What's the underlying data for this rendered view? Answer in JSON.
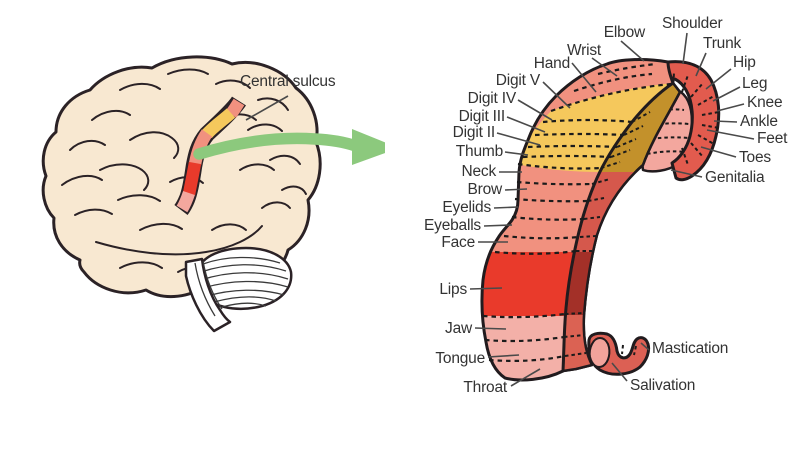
{
  "figure": {
    "brain": {
      "label": "Central sulcus"
    },
    "homunculus": {
      "left_labels": [
        "Elbow",
        "Wrist",
        "Hand",
        "Digit V",
        "Digit IV",
        "Digit III",
        "Digit II",
        "Thumb",
        "Neck",
        "Brow",
        "Eyelids",
        "Eyeballs",
        "Face",
        "Lips",
        "Jaw",
        "Tongue",
        "Throat"
      ],
      "right_labels": [
        "Shoulder",
        "Trunk",
        "Hip",
        "Leg",
        "Knee",
        "Ankle",
        "Feet",
        "Toes",
        "Genitalia",
        "Mastication",
        "Salivation"
      ]
    }
  },
  "colors": {
    "band_salmon": "#F1917F",
    "band_salmon_light": "#F3B0A8",
    "band_yellow": "#F5C85C",
    "band_olive": "#C3912B",
    "lips_red": "#E93A2B",
    "edge_red": "#D5584C",
    "edge_dark_red": "#A33028",
    "edge_red_lower": "#DB6253",
    "rim_red": "#E25B4E",
    "inner_pink": "#F3A79E",
    "scroll_red": "#DC6054",
    "scroll_pink": "#F2A39B",
    "brain_cream": "#F8E8D1",
    "outline": "#211B1E",
    "arrow_green": "#8CC97D"
  }
}
